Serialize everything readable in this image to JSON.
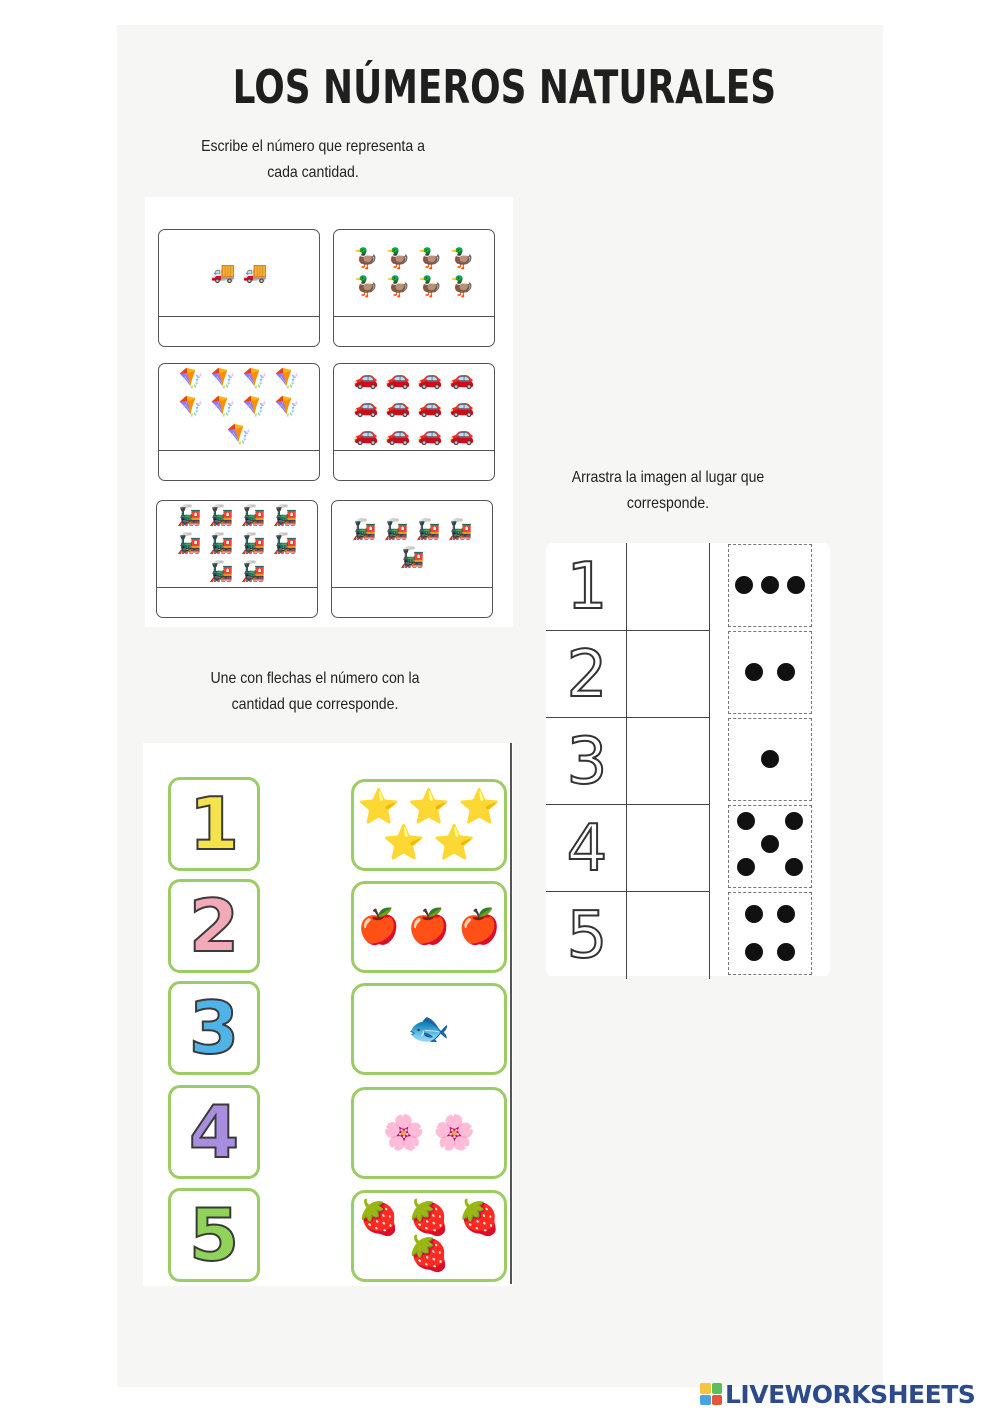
{
  "title": "LOS NÚMEROS NATURALES",
  "instructions": {
    "write_line1": "Escribe el número que representa a",
    "write_line2": "cada  cantidad.",
    "drag_line1": "Arrastra  la imagen al lugar que",
    "drag_line2": "corresponde.",
    "match_line1": "Une con flechas el número con la",
    "match_line2": "cantidad que corresponde."
  },
  "count_cards": [
    {
      "icon": "🚚",
      "count": 2,
      "answer": ""
    },
    {
      "icon": "🦆",
      "count": 8,
      "answer": ""
    },
    {
      "icon": "🪁",
      "count": 9,
      "answer": ""
    },
    {
      "icon": "🚗",
      "count": 12,
      "answer": ""
    },
    {
      "icon": "🚂",
      "count": 10,
      "answer": ""
    },
    {
      "icon": "🚂",
      "count": 5,
      "answer": ""
    }
  ],
  "drag_rows": [
    {
      "number": "1",
      "dots": 3
    },
    {
      "number": "2",
      "dots": 2
    },
    {
      "number": "3",
      "dots": 1
    },
    {
      "number": "4",
      "dots": 5
    },
    {
      "number": "5",
      "dots": 4
    }
  ],
  "match_numbers": [
    {
      "n": "1",
      "color": "#f5e34c"
    },
    {
      "n": "2",
      "color": "#f4a9b8"
    },
    {
      "n": "3",
      "color": "#4fb3e8"
    },
    {
      "n": "4",
      "color": "#a98ee0"
    },
    {
      "n": "5",
      "color": "#8fd35a"
    }
  ],
  "match_quantities": [
    {
      "icon": "⭐",
      "count": 5
    },
    {
      "icon": "🍎",
      "count": 3
    },
    {
      "icon": "🐟",
      "count": 1
    },
    {
      "icon": "🌸",
      "count": 2
    },
    {
      "icon": "🍓",
      "count": 4
    }
  ],
  "brand": "LIVEWORKSHEETS"
}
